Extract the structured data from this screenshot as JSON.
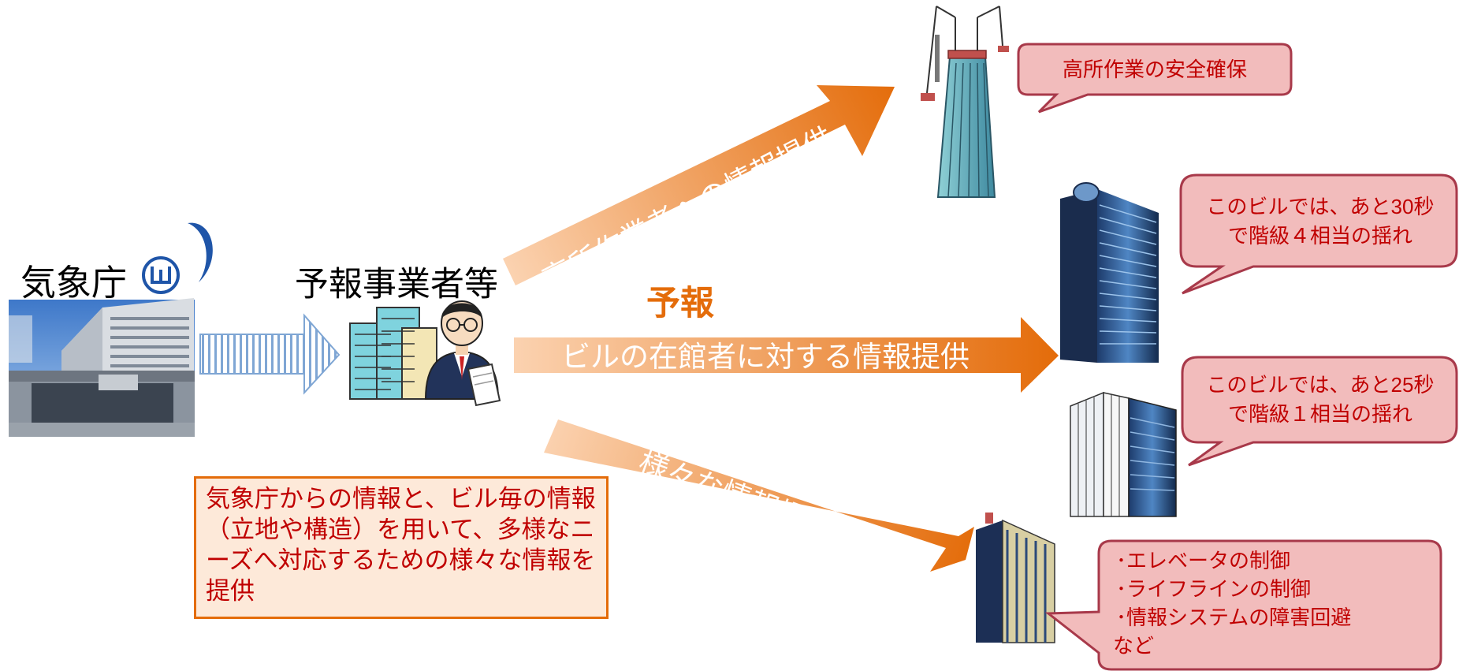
{
  "agency": {
    "name": "気象庁"
  },
  "forecaster": {
    "name": "予報事業者等"
  },
  "forecast_label": "予報",
  "flows": {
    "top": "高所作業者への情報提供",
    "middle": "ビルの在館者に対する情報提供",
    "bottom": "様々な情報提供"
  },
  "callouts": {
    "crane": "高所作業の安全確保",
    "building1": [
      "このビルでは、あと30秒",
      "で階級４相当の揺れ"
    ],
    "building2": [
      "このビルでは、あと25秒",
      "で階級１相当の揺れ"
    ],
    "building3": [
      "･エレベータの制御",
      "･ライフラインの制御",
      "･情報システムの障害回避",
      "など"
    ]
  },
  "note": "気象庁からの情報と、ビル毎の情報（立地や構造）を用いて、多様なニーズへ対応するための様々な情報を提供",
  "colors": {
    "orange": "#e46c0a",
    "red_text": "#c00000",
    "callout_fill": "#f2bcbc",
    "callout_border": "#a8394a",
    "note_fill": "#fde9d9"
  }
}
